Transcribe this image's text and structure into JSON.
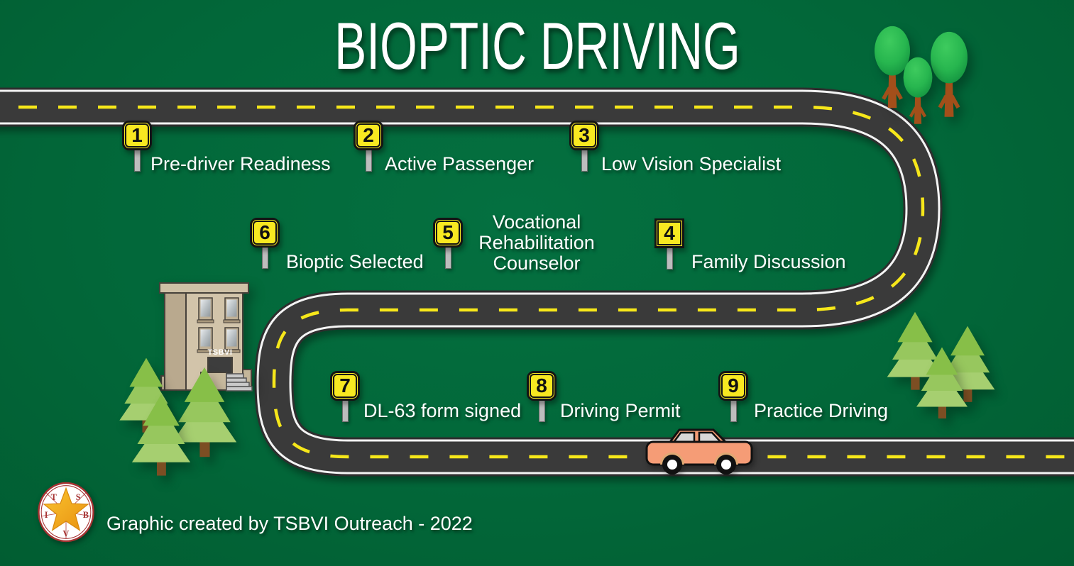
{
  "title": "BIOPTIC DRIVING",
  "milestones": [
    {
      "number": "1",
      "label": "Pre-driver Readiness"
    },
    {
      "number": "2",
      "label": "Active Passenger"
    },
    {
      "number": "3",
      "label": "Low Vision Specialist"
    },
    {
      "number": "4",
      "label": "Family Discussion"
    },
    {
      "number": "5",
      "label": "Vocational\nRehabilitation\nCounselor"
    },
    {
      "number": "6",
      "label": "Bioptic Selected"
    },
    {
      "number": "7",
      "label": "DL-63 form signed"
    },
    {
      "number": "8",
      "label": "Driving Permit"
    },
    {
      "number": "9",
      "label": "Practice Driving"
    }
  ],
  "building": {
    "label": "TSBVI"
  },
  "logo": {
    "letters": [
      "T",
      "S",
      "I",
      "B",
      "V"
    ]
  },
  "footer": {
    "credit": "Graphic created by TSBVI Outreach - 2022"
  },
  "colors": {
    "background_green": "#026739",
    "road_gray": "#3A3A3A",
    "lane_line_yellow": "#F6E71A",
    "sign_yellow": "#F8E821",
    "car_salmon": "#F59C76"
  }
}
